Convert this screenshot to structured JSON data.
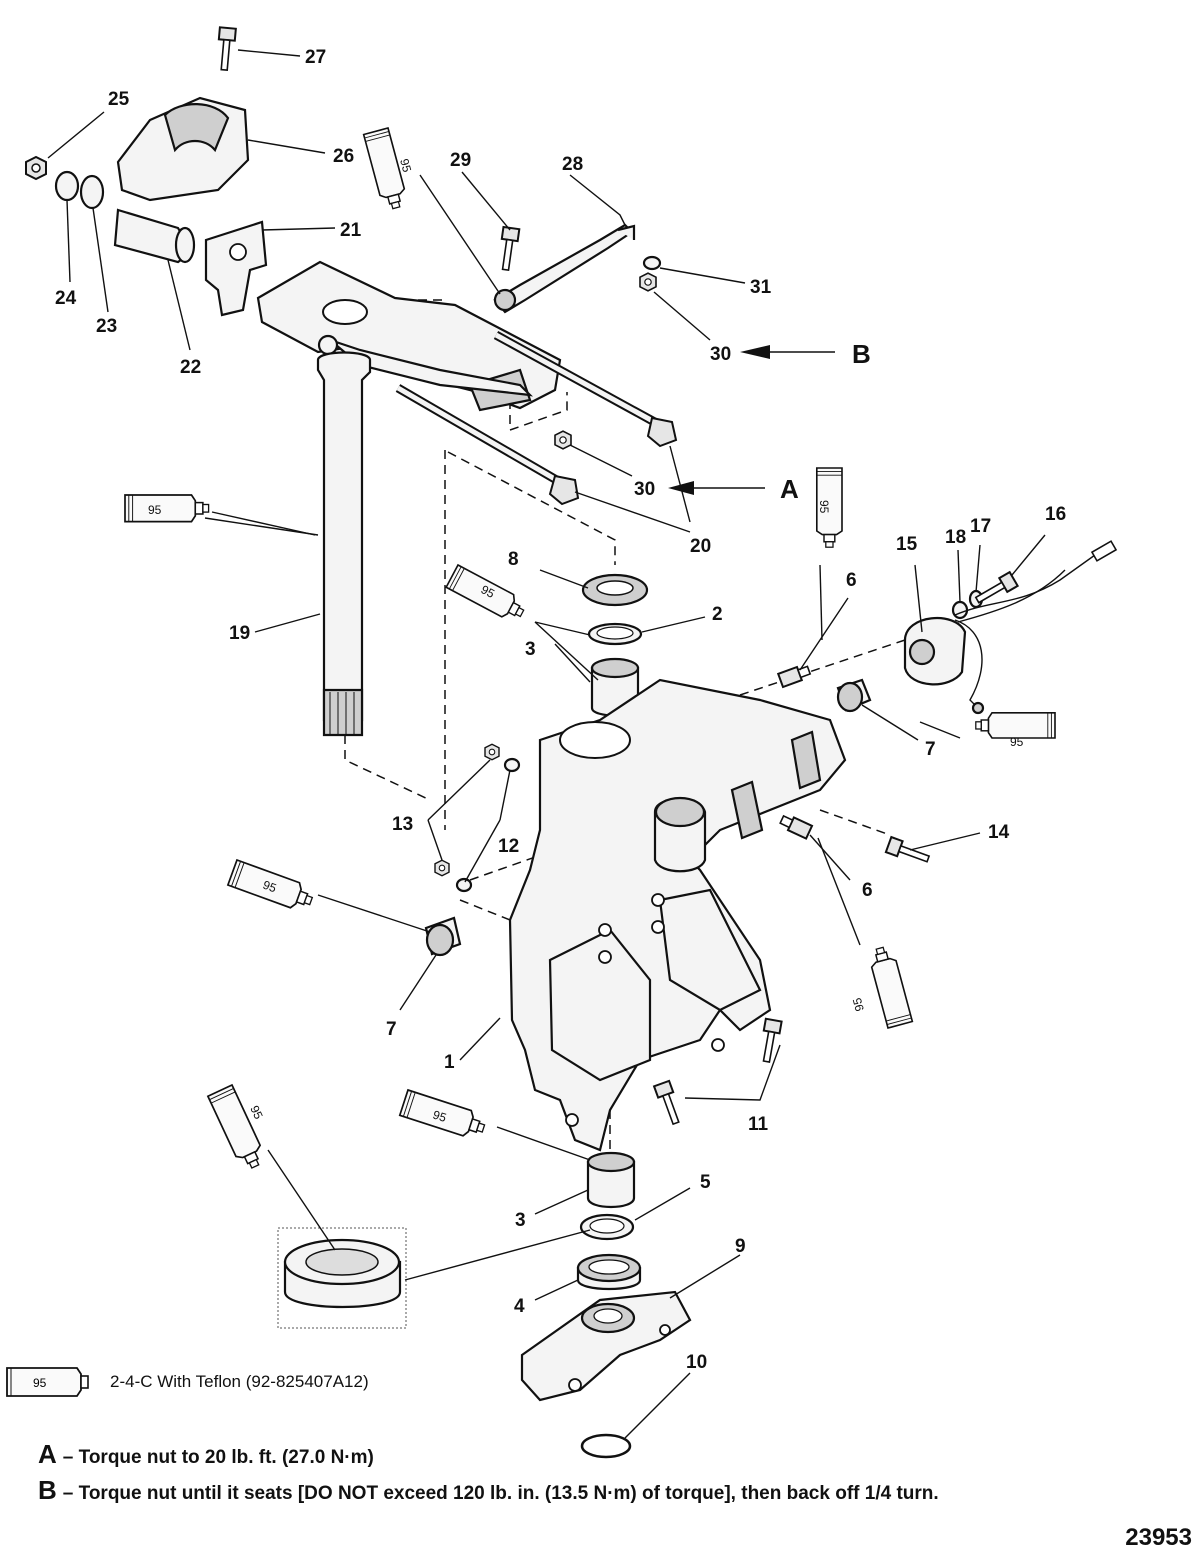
{
  "callouts": {
    "c1": "1",
    "c2": "2",
    "c3a": "3",
    "c3b": "3",
    "c4": "4",
    "c5": "5",
    "c6a": "6",
    "c6b": "6",
    "c7a": "7",
    "c7b": "7",
    "c8": "8",
    "c9": "9",
    "c10": "10",
    "c11": "11",
    "c12": "12",
    "c13": "13",
    "c14": "14",
    "c15": "15",
    "c16": "16",
    "c17": "17",
    "c18": "18",
    "c19": "19",
    "c20": "20",
    "c21": "21",
    "c22": "22",
    "c23": "23",
    "c24": "24",
    "c25": "25",
    "c26": "26",
    "c27": "27",
    "c28": "28",
    "c29": "29",
    "c30a": "30",
    "c30b": "30",
    "c31": "31"
  },
  "letters": {
    "A": "A",
    "B": "B"
  },
  "tube_label": "95",
  "legend": {
    "code": "95",
    "text": "2-4-C  With Teflon (92-825407A12)"
  },
  "notes": [
    {
      "letter": "A",
      "text": "– Torque nut to 20 lb. ft. (27.0 N·m)"
    },
    {
      "letter": "B",
      "text": "– Torque nut until it seats [DO NOT exceed 120 lb. in. (13.5 N·m) of torque], then back off 1/4 turn."
    }
  ],
  "figure_number": "23953"
}
